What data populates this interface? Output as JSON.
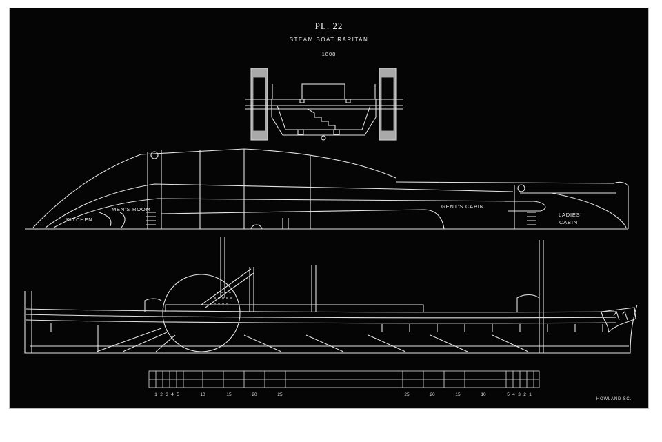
{
  "plate": {
    "number": "PL. 22",
    "title": "STEAM BOAT RARITAN",
    "year": "1808",
    "engraver": "HOWLAND SC."
  },
  "labels": {
    "kitchen": "KITCHEN",
    "mens_room": "MEN'S ROOM",
    "gents_cabin": "GENT'S CABIN",
    "ladies_cabin_line1": "LADIES'",
    "ladies_cabin_line2": "CABIN"
  },
  "scale": {
    "left_numbers": [
      "1",
      "2",
      "3",
      "4",
      "5",
      "10",
      "15",
      "20",
      "25"
    ],
    "right_numbers": [
      "25",
      "20",
      "15",
      "10",
      "5",
      "4",
      "3",
      "2",
      "1"
    ]
  },
  "colors": {
    "background": "#050505",
    "linework": "#e6e6e6",
    "fill_grey": "#a9a9a9"
  }
}
